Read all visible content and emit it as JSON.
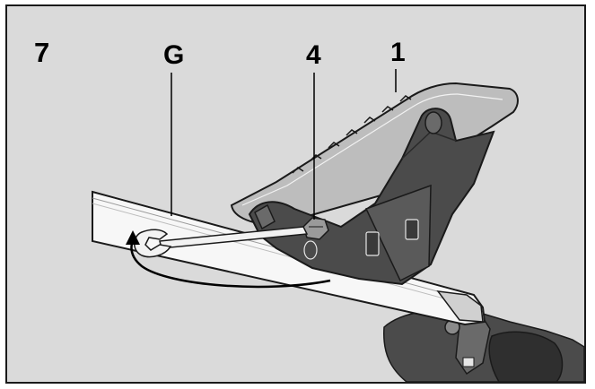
{
  "figure": {
    "number": "7",
    "callouts": {
      "g": "G",
      "four": "4",
      "one": "1"
    }
  },
  "colors": {
    "background": "#dadada",
    "rail": "#f7f7f7",
    "handle": "#4b4b4b",
    "pedal": "#bdbdbd",
    "outline": "#1a1a1a"
  },
  "icons": [
    "wrench-icon",
    "rotation-arrow-icon"
  ]
}
